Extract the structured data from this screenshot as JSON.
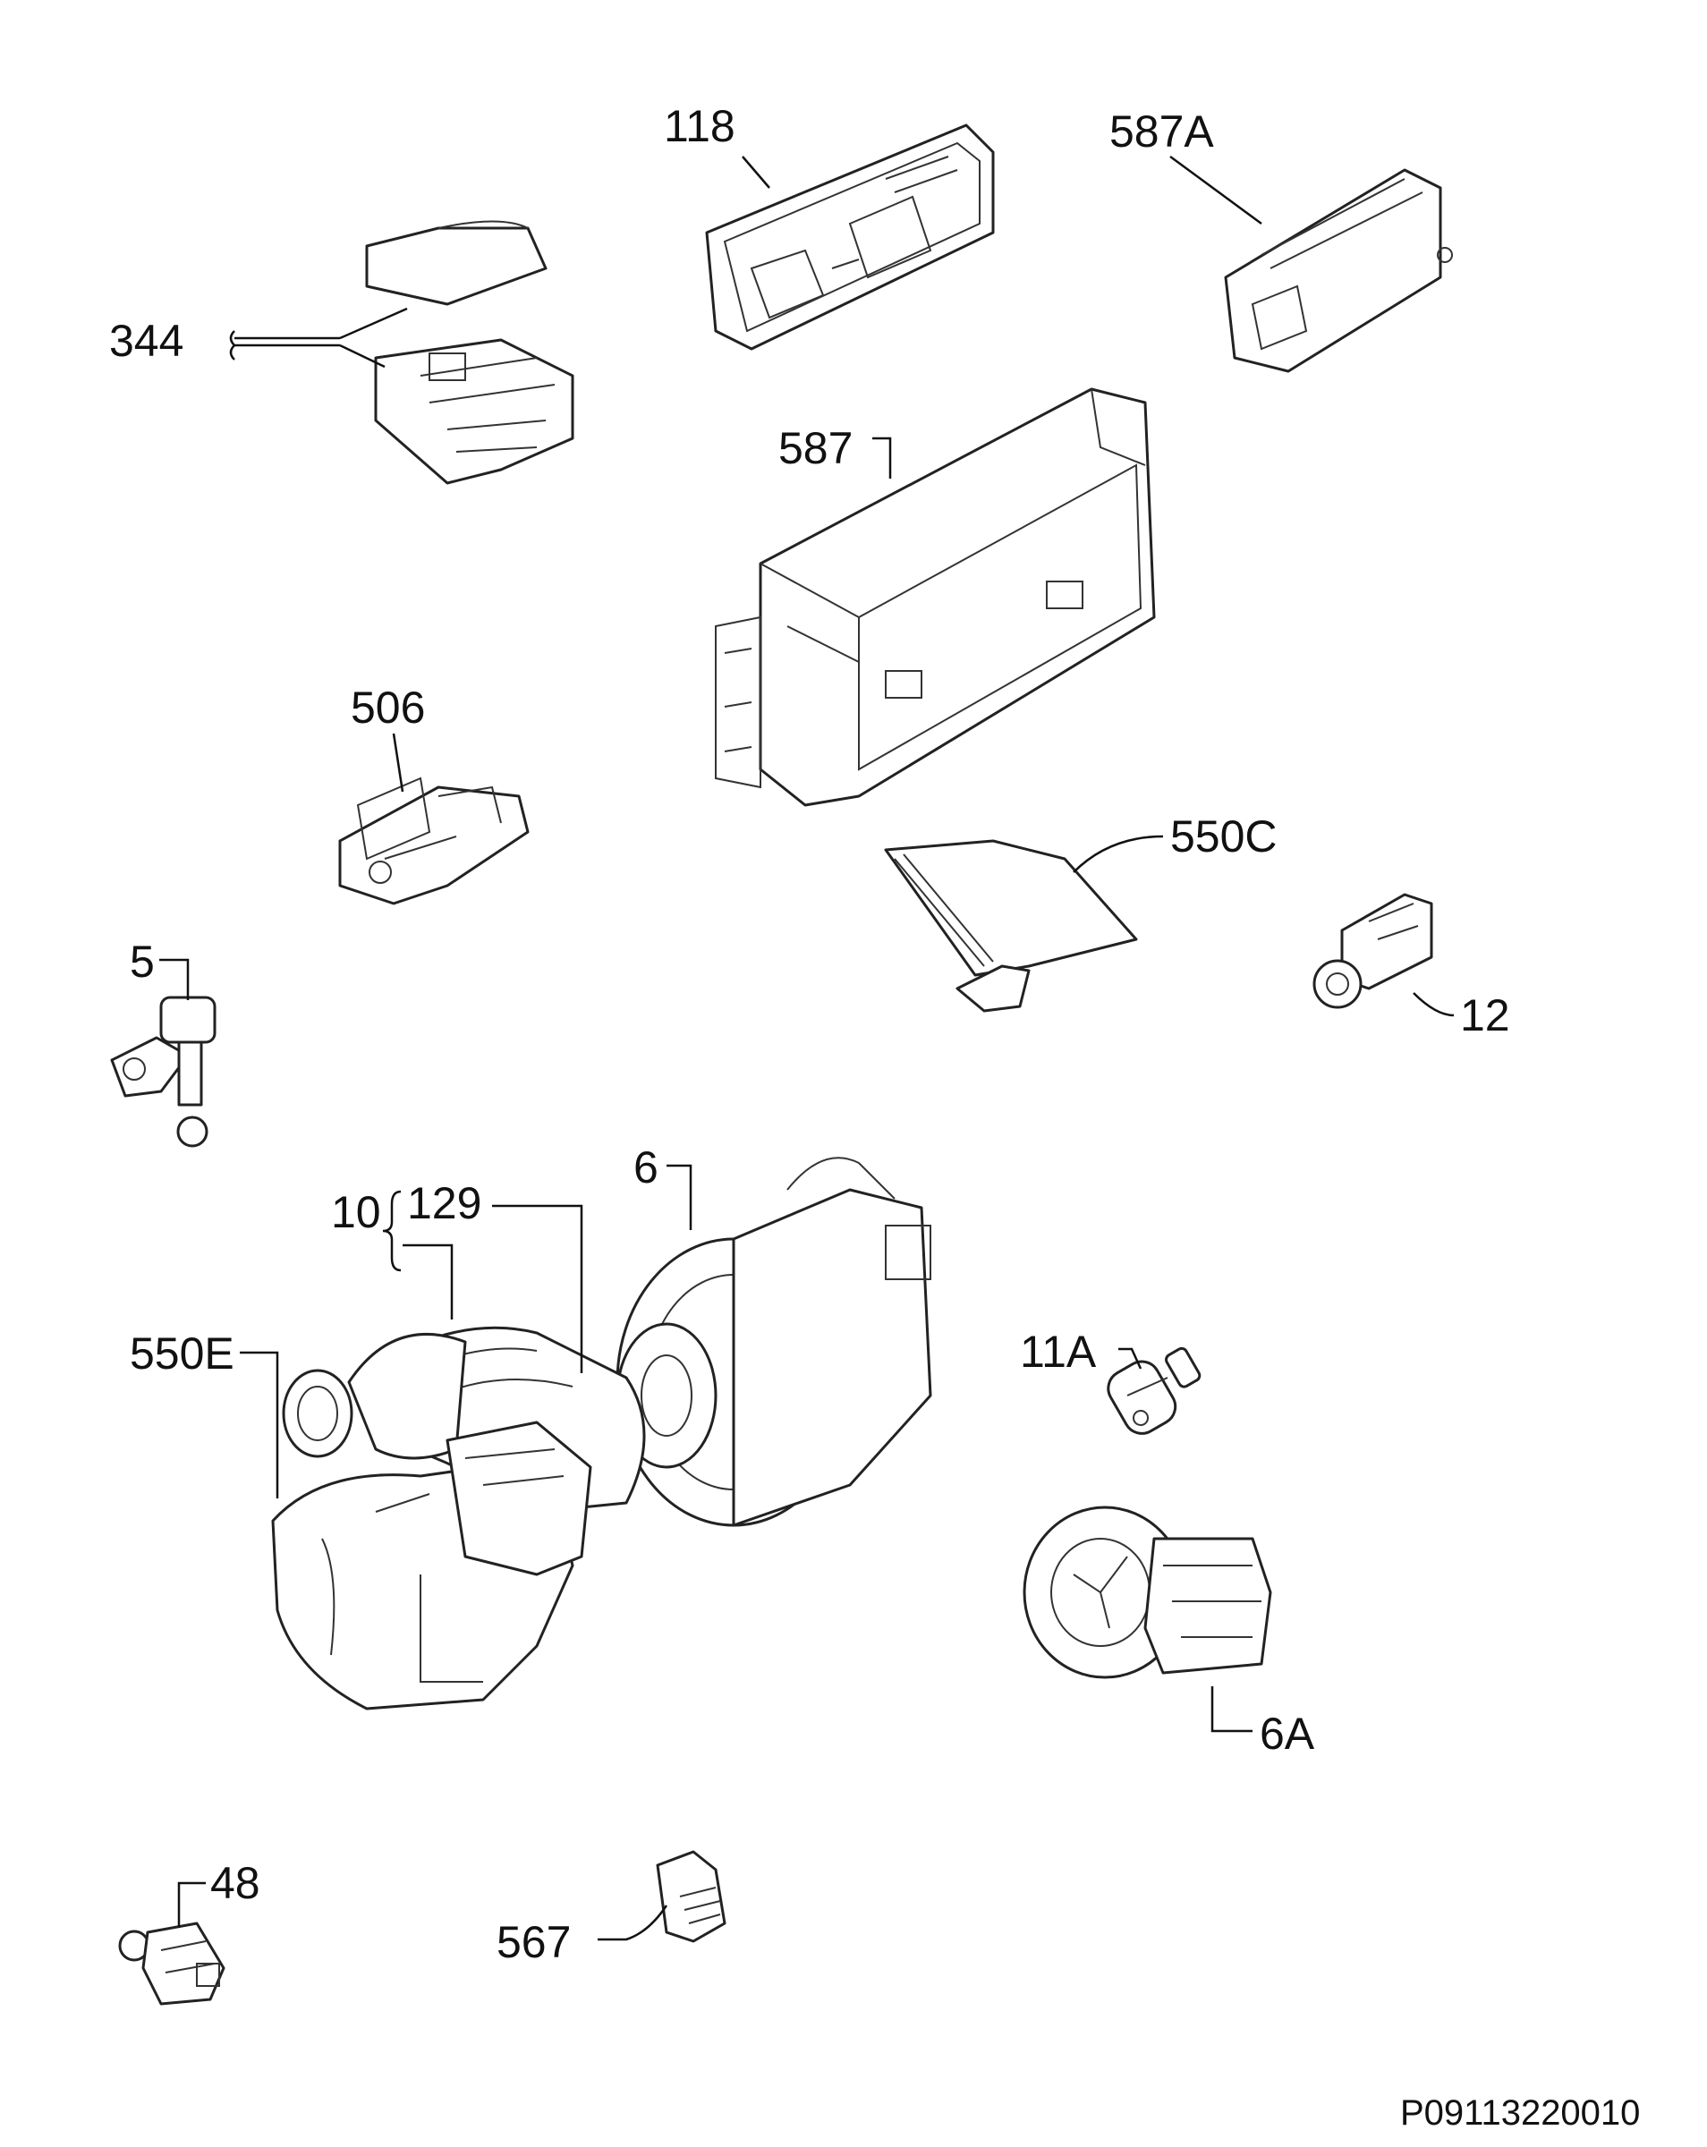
{
  "diagram": {
    "reference_code": "P09113220010",
    "parts": [
      {
        "id": "344",
        "label": "344"
      },
      {
        "id": "118",
        "label": "118"
      },
      {
        "id": "587A",
        "label": "587A"
      },
      {
        "id": "587",
        "label": "587"
      },
      {
        "id": "506",
        "label": "506"
      },
      {
        "id": "550C",
        "label": "550C"
      },
      {
        "id": "5",
        "label": "5"
      },
      {
        "id": "12",
        "label": "12"
      },
      {
        "id": "6",
        "label": "6"
      },
      {
        "id": "10",
        "label": "10"
      },
      {
        "id": "129",
        "label": "129"
      },
      {
        "id": "550E",
        "label": "550E"
      },
      {
        "id": "11A",
        "label": "11A"
      },
      {
        "id": "6A",
        "label": "6A"
      },
      {
        "id": "48",
        "label": "48"
      },
      {
        "id": "567",
        "label": "567"
      }
    ]
  }
}
